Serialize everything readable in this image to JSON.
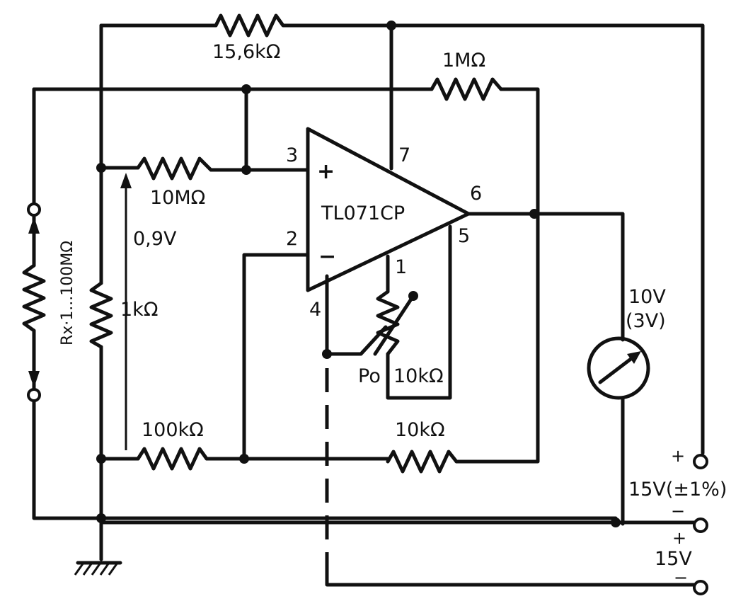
{
  "opamp": {
    "name": "TL071CP",
    "pin_plus": "3",
    "pin_minus": "2",
    "pin_vplus": "7",
    "pin_out": "6",
    "pin_offset_null_5": "5",
    "pin_offset_null_1": "1",
    "pin_vminus": "4",
    "sign_plus": "+",
    "sign_minus": "−"
  },
  "resistors": {
    "r_top": "15,6kΩ",
    "r_feedback": "1MΩ",
    "r_input": "10MΩ",
    "r_divider": "1kΩ",
    "r_bottom_left": "100kΩ",
    "r_bottom_right": "10kΩ",
    "r_x": "Rx·1...100MΩ"
  },
  "annotations": {
    "voltage_ref": "0,9V"
  },
  "trimmer": {
    "name": "Po",
    "value": "10kΩ"
  },
  "meter": {
    "range": "10V",
    "range_alt": "(3V)"
  },
  "supplies": {
    "main": "15V(±1%)",
    "aux": "15V",
    "plus": "+",
    "minus": "−"
  }
}
